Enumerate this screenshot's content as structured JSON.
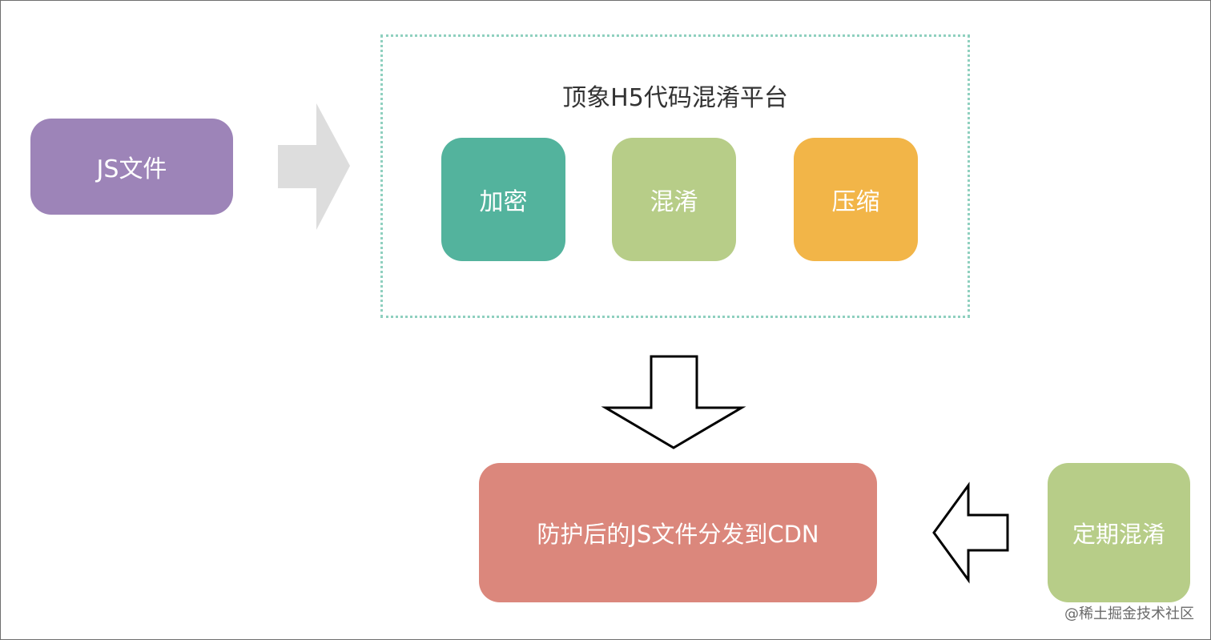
{
  "input": {
    "label": "JS文件"
  },
  "platform": {
    "title": "顶象H5代码混淆平台",
    "steps": [
      {
        "label": "加密",
        "color": "#53b39d"
      },
      {
        "label": "混淆",
        "color": "#b7cd88"
      },
      {
        "label": "压缩",
        "color": "#f2b548"
      }
    ]
  },
  "output": {
    "label": "防护后的JS文件分发到CDN"
  },
  "periodic": {
    "label": "定期混淆"
  },
  "watermark": "@稀土掘金技术社区"
}
